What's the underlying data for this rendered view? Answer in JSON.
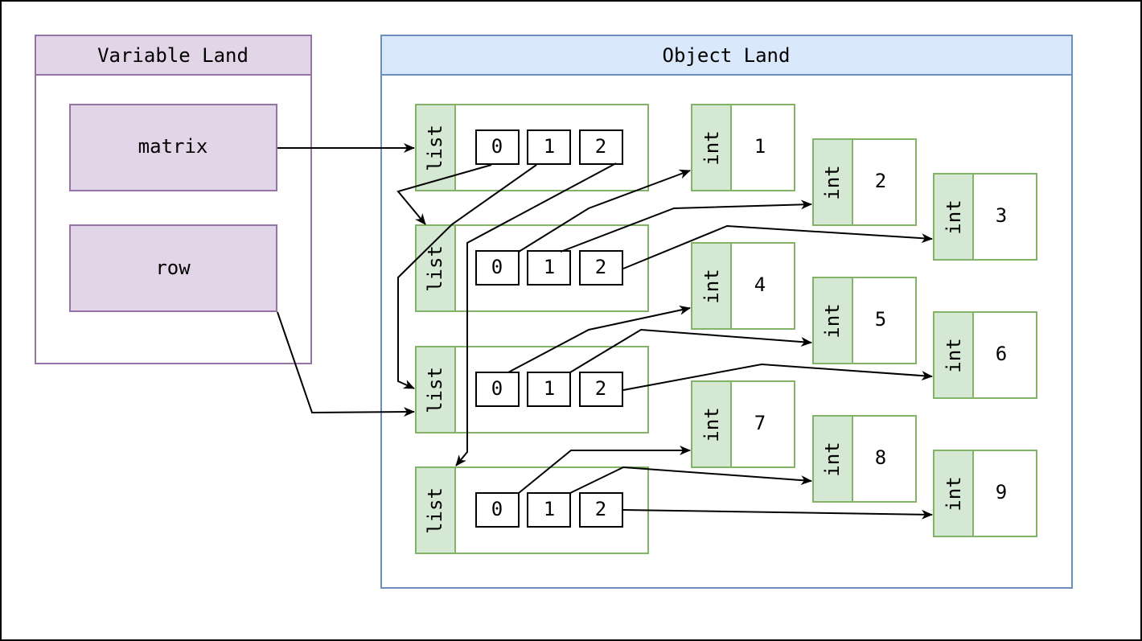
{
  "diagram": {
    "variable_land": {
      "title": "Variable Land",
      "colors": {
        "header_fill": "#e1d5e7",
        "stroke": "#9673a6"
      },
      "variables": [
        {
          "id": "var-matrix",
          "label": "matrix"
        },
        {
          "id": "var-row",
          "label": "row"
        }
      ]
    },
    "object_land": {
      "title": "Object Land",
      "colors": {
        "header_fill": "#dae8fc",
        "stroke": "#6c8ebf"
      },
      "type_colors": {
        "fill": "#d5e8d4",
        "stroke": "#82b366"
      },
      "lists": [
        {
          "id": "list-0",
          "type": "list",
          "indices": [
            "0",
            "1",
            "2"
          ]
        },
        {
          "id": "list-1",
          "type": "list",
          "indices": [
            "0",
            "1",
            "2"
          ]
        },
        {
          "id": "list-2",
          "type": "list",
          "indices": [
            "0",
            "1",
            "2"
          ]
        },
        {
          "id": "list-3",
          "type": "list",
          "indices": [
            "0",
            "1",
            "2"
          ]
        }
      ],
      "ints": [
        {
          "id": "int-1",
          "type": "int",
          "value": "1"
        },
        {
          "id": "int-2",
          "type": "int",
          "value": "2"
        },
        {
          "id": "int-3",
          "type": "int",
          "value": "3"
        },
        {
          "id": "int-4",
          "type": "int",
          "value": "4"
        },
        {
          "id": "int-5",
          "type": "int",
          "value": "5"
        },
        {
          "id": "int-6",
          "type": "int",
          "value": "6"
        },
        {
          "id": "int-7",
          "type": "int",
          "value": "7"
        },
        {
          "id": "int-8",
          "type": "int",
          "value": "8"
        },
        {
          "id": "int-9",
          "type": "int",
          "value": "9"
        }
      ]
    },
    "references": [
      {
        "from": "var-matrix",
        "to": "list-0"
      },
      {
        "from": "var-row",
        "to": "list-2"
      },
      {
        "from": "list-0[0]",
        "to": "list-1"
      },
      {
        "from": "list-0[1]",
        "to": "list-2"
      },
      {
        "from": "list-0[2]",
        "to": "list-3"
      },
      {
        "from": "list-1[0]",
        "to": "int-1"
      },
      {
        "from": "list-1[1]",
        "to": "int-2"
      },
      {
        "from": "list-1[2]",
        "to": "int-3"
      },
      {
        "from": "list-2[0]",
        "to": "int-4"
      },
      {
        "from": "list-2[1]",
        "to": "int-5"
      },
      {
        "from": "list-2[2]",
        "to": "int-6"
      },
      {
        "from": "list-3[0]",
        "to": "int-7"
      },
      {
        "from": "list-3[1]",
        "to": "int-8"
      },
      {
        "from": "list-3[2]",
        "to": "int-9"
      }
    ]
  }
}
